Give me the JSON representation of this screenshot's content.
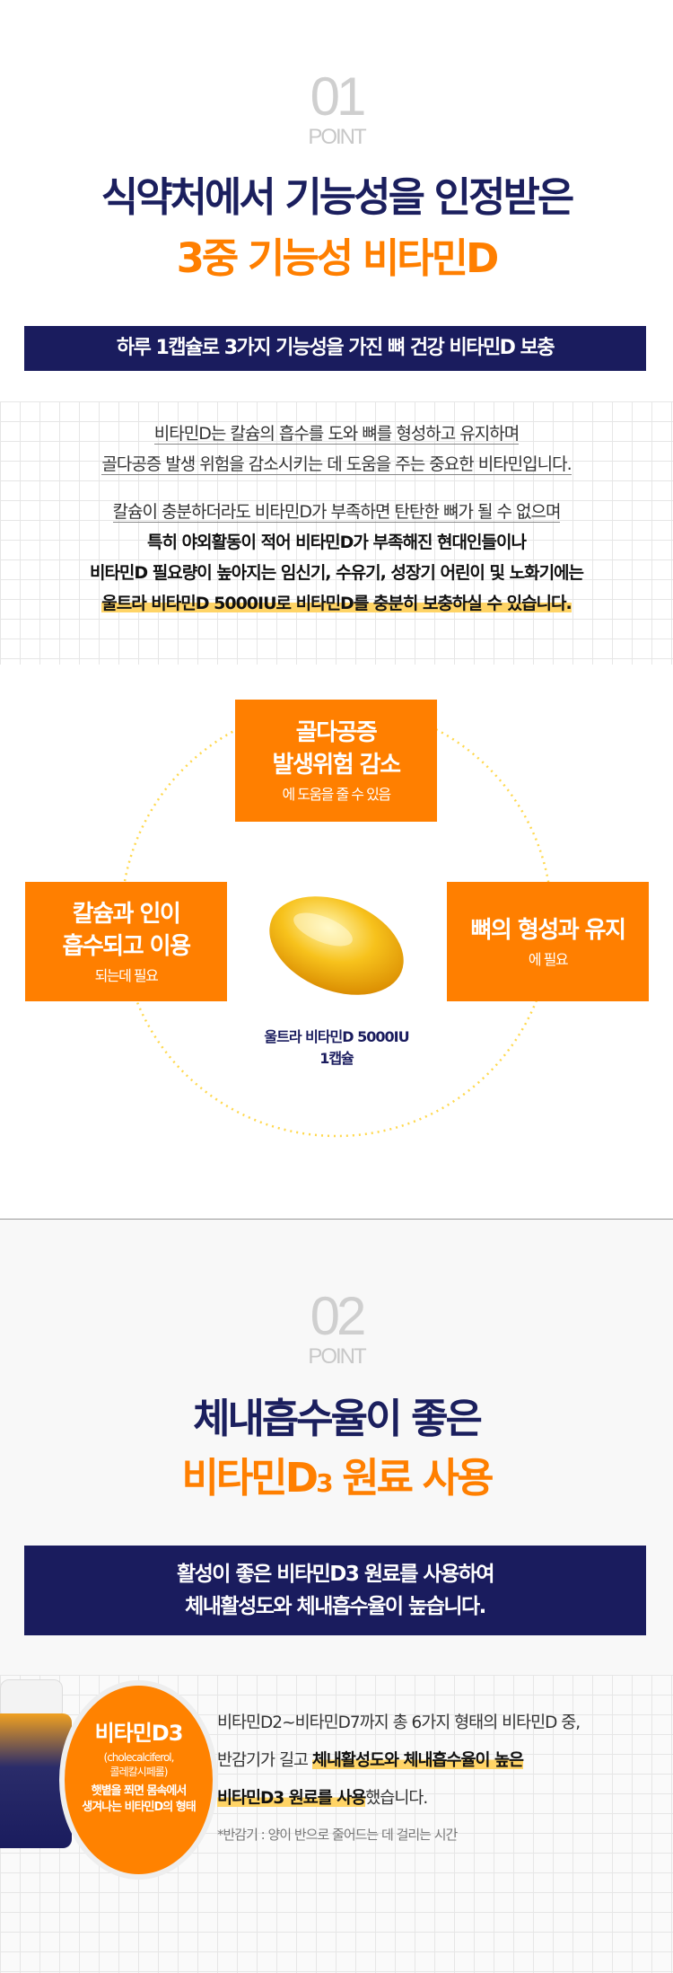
{
  "point1": {
    "number": "01",
    "point_label": "POINT",
    "title_line1": "식약처에서 기능성을 인정받은",
    "title_line2": "3중 기능성 비타민D",
    "band_text": "하루 1캡슐로 3가지 기능성을 가진 뼈 건강 비타민D 보충",
    "para1": [
      "비타민D는 칼슘의 흡수를 도와 뼈를 형성하고 유지하며",
      "골다공증 발생 위험을 감소시키는 데 도움을 주는 중요한 비타민입니다."
    ],
    "para2": [
      "칼슘이 충분하더라도 비타민D가 부족하면 탄탄한 뼈가 될 수 없으며",
      "특히 야외활동이 적어 비타민D가 부족해진 현대인들이나",
      "비타민D 필요량이 높아지는 임신기, 수유기, 성장기 어린이 및 노화기에는",
      "울트라 비타민D 5000IU로 비타민D를 충분히 보충하실 수 있습니다."
    ],
    "diagram": {
      "top": {
        "line1": "골다공증",
        "line2": "발생위험 감소",
        "sub": "에 도움을 줄 수 있음"
      },
      "left": {
        "line1": "칼슘과 인이",
        "line2": "흡수되고 이용",
        "sub": "되는데 필요"
      },
      "right": {
        "line1": "뼈의 형성과 유지",
        "sub": "에 필요"
      },
      "center": {
        "line1": "울트라 비타민D 5000IU",
        "line2": "1캡슐"
      }
    }
  },
  "point2": {
    "number": "02",
    "point_label": "POINT",
    "title_line1": "체내흡수율이 좋은",
    "title_line2_main": "비타민D",
    "title_line2_sub": "3",
    "title_line2_rest": " 원료 사용",
    "band_line1": "활성이 좋은 비타민D3 원료를 사용하여",
    "band_line2": "체내활성도와 체내흡수율이 높습니다.",
    "badge": {
      "title": "비타민D3",
      "sub1": "(cholecalciferol,",
      "sub2": "콜레칼시페롤)",
      "desc1": "햇볕을 쬐면 몸속에서",
      "desc2": "생겨나는 비타민D의 형태"
    },
    "desc_line1": "비타민D2~비타민D7까지 총 6가지 형태의 비타민D 중,",
    "desc_line2_a": "반감기가 길고 ",
    "desc_line2_b": "체내활성도와 체내흡수율이 높은",
    "desc_line3_a": "비타민D3 원료를 사용",
    "desc_line3_b": "했습니다.",
    "footnote": "*반감기 : 양이 반으로 줄어드는 데 걸리는 시간"
  },
  "colors": {
    "navy": "#1a1c5e",
    "orange": "#ff7f00",
    "highlight": "#ffd466"
  }
}
